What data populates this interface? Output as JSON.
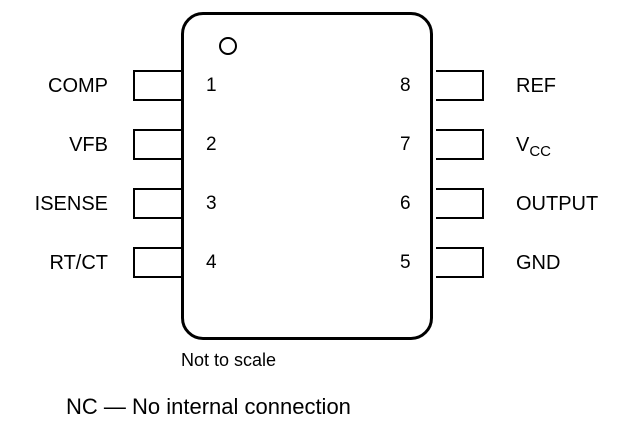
{
  "package": {
    "left_pins": [
      {
        "number": "1",
        "name": "COMP",
        "sub": ""
      },
      {
        "number": "2",
        "name": "VFB",
        "sub": ""
      },
      {
        "number": "3",
        "name": "ISENSE",
        "sub": ""
      },
      {
        "number": "4",
        "name": "RT/CT",
        "sub": ""
      }
    ],
    "right_pins": [
      {
        "number": "8",
        "name": "REF",
        "sub": ""
      },
      {
        "number": "7",
        "name": "V",
        "sub": "CC"
      },
      {
        "number": "6",
        "name": "OUTPUT",
        "sub": ""
      },
      {
        "number": "5",
        "name": "GND",
        "sub": ""
      }
    ]
  },
  "notes": {
    "scale": "Not to scale",
    "nc": "NC — No internal connection"
  }
}
